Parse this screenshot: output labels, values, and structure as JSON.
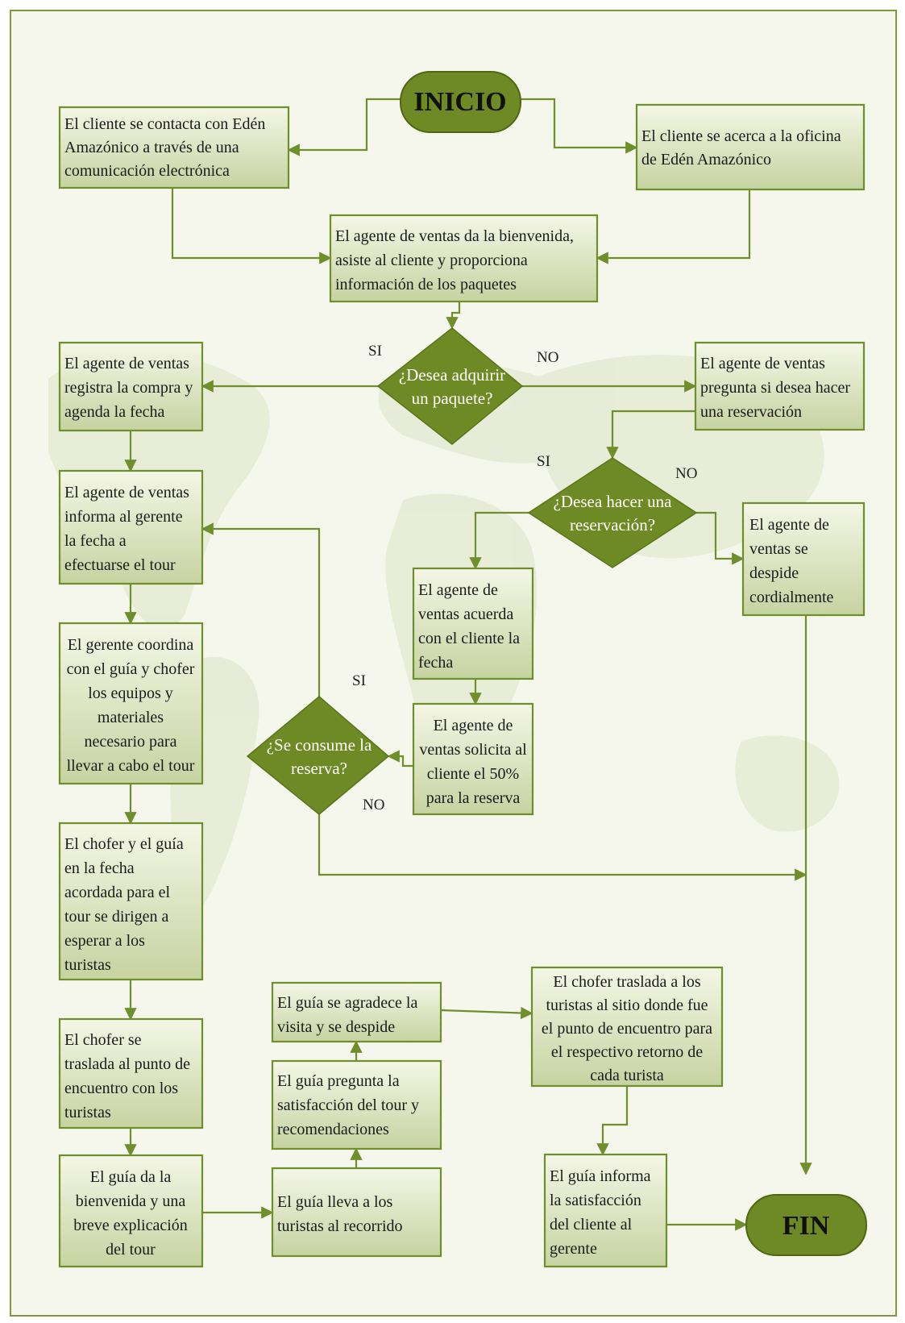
{
  "terminals": {
    "start": "INICIO",
    "end": "FIN"
  },
  "boxes": {
    "contacto_electronico": [
      "El cliente se contacta con Edén",
      "Amazónico a través de una",
      "comunicación electrónica"
    ],
    "acerca_oficina": [
      "El cliente se acerca a la oficina",
      "de Edén Amazónico"
    ],
    "bienvenida_agente": [
      "El agente de ventas da la bienvenida,",
      "asiste al cliente y proporciona",
      "información de los paquetes"
    ],
    "registra_compra": [
      "El agente de ventas",
      "registra la compra y",
      "agenda la fecha"
    ],
    "pregunta_reservacion": [
      "El agente de ventas",
      "pregunta si desea hacer",
      "una reservación"
    ],
    "informa_gerente": [
      "El agente de ventas",
      "informa al gerente",
      "la fecha a",
      "efectuarse el tour"
    ],
    "despide": [
      "El agente de",
      "ventas se",
      "despide",
      "cordialmente"
    ],
    "acuerda_fecha": [
      "El agente de",
      "ventas acuerda",
      "con el cliente la",
      "fecha"
    ],
    "gerente_coordina": [
      "El gerente coordina",
      "con el guía y chofer",
      "los equipos y",
      "materiales",
      "necesario para",
      "llevar a cabo el tour"
    ],
    "solicita_50": [
      "El agente de",
      "ventas solicita al",
      "cliente el 50%",
      "para la reserva"
    ],
    "chofer_guia_fecha": [
      "El chofer y el guía",
      "en la fecha",
      "acordada para el",
      "tour se dirigen a",
      "esperar a los",
      "turistas"
    ],
    "guia_agradece": [
      "El guía se agradece la",
      "visita y se despide"
    ],
    "chofer_traslada_sitio": [
      "El chofer traslada a los",
      "turistas al sitio donde fue",
      "el punto de encuentro para",
      "el respectivo retorno de",
      "cada turista"
    ],
    "chofer_traslada_punto": [
      "El chofer se",
      "traslada al punto de",
      "encuentro con los",
      "turistas"
    ],
    "guia_pregunta": [
      "El guía pregunta la",
      "satisfacción del tour y",
      "recomendaciones"
    ],
    "guia_bienvenida": [
      "El guía da la",
      "bienvenida y una",
      "breve explicación",
      "del tour"
    ],
    "guia_lleva": [
      "El guía lleva a los",
      "turistas al recorrido"
    ],
    "guia_informa": [
      "El guía informa",
      "la satisfacción",
      "del cliente al",
      "gerente"
    ]
  },
  "decisions": {
    "adquirir_paquete": [
      "¿Desea adquirir",
      "un paquete?"
    ],
    "hacer_reservacion": [
      "¿Desea hacer una",
      "reservación?"
    ],
    "consume_reserva": [
      "¿Se consume la",
      "reserva?"
    ]
  },
  "branch_labels": {
    "paquete_si": "SI",
    "paquete_no": "NO",
    "reservacion_si": "SI",
    "reservacion_no": "NO",
    "reserva_si": "SI",
    "reserva_no": "NO"
  },
  "colors": {
    "accent": "#6e8a25",
    "border": "#6f8f2c",
    "background": "#f5f7ec"
  }
}
